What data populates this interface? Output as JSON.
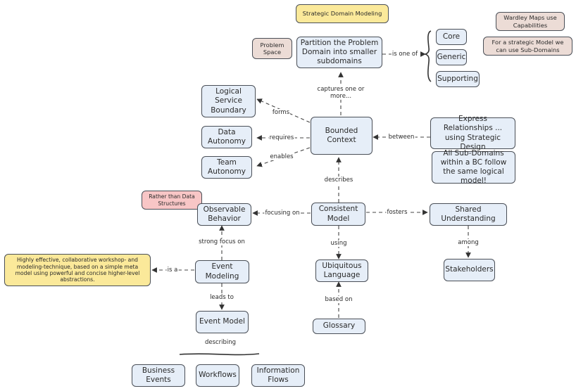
{
  "nodes": {
    "strategic_domain_modeling": "Strategic Domain Modeling",
    "wardley": "Wardley Maps use Capabilities",
    "sub_domains_note": "For a strategic Model we can use Sub-Domains",
    "problem_space": "Problem Space",
    "partition": "Partition the Problem Domain into smaller subdomains",
    "core": "Core",
    "generic": "Generic",
    "supporting": "Supporting",
    "logical_boundary": "Logical Service Boundary",
    "data_autonomy": "Data Autonomy",
    "team_autonomy": "Team Autonomy",
    "bounded_context": "Bounded Context",
    "express_relationships": "Express Relationships ... using Strategic Design",
    "all_subdomains": "All Sub-Domains within a BC follow the same logical model!",
    "rather_than": "Rather than Data Structures",
    "observable_behavior": "Observable Behavior",
    "consistent_model": "Consistent Model",
    "shared_understanding": "Shared Understanding",
    "highly_effective": "Highly effective, collaborative workshop- and modeling-technique, based on a simple meta model using powerful and concise higher-level abstractions.",
    "event_modeling": "Event Modeling",
    "ubiquitous_language": "Ubiquitous Language",
    "stakeholders": "Stakeholders",
    "event_model": "Event Model",
    "glossary": "Glossary",
    "business_events": "Business Events",
    "workflows": "Workflows",
    "information_flows": "Information Flows"
  },
  "edges": {
    "is_one_of": "is one of",
    "captures": "captures one or more...",
    "forms": "forms",
    "requires": "requires",
    "enables": "enables",
    "between": "between",
    "describes": "describes",
    "focusing_on": "focusing on",
    "fosters": "fosters",
    "strong_focus_on": "strong focus on",
    "using": "using",
    "among": "among",
    "is_a": "is a",
    "leads_to": "leads to",
    "based_on": "based on",
    "describing": "describing"
  },
  "colors": {
    "node_fill": "#e6eef8",
    "note_yellow": "#fbe99a",
    "note_tan": "#ecdcd6",
    "note_pink": "#f8c6c6",
    "stroke": "#4a4f57"
  }
}
